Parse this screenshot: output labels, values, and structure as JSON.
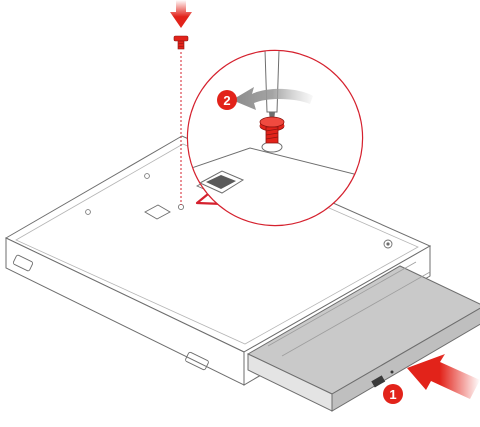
{
  "steps": [
    {
      "number": "1",
      "action": "push-drive-into-bay"
    },
    {
      "number": "2",
      "action": "tighten-screw"
    }
  ],
  "colors": {
    "accent": "#E2231A",
    "callout_border": "#D5212E",
    "device_outline": "#6E6E6E",
    "device_fill": "#FFFFFF",
    "drive_top": "#C9C9C9",
    "drive_front": "#E4E4E4",
    "screw": "#E2231A",
    "arrow_gray": "#8A8A8A"
  },
  "icons": {
    "screw": "screw-icon",
    "push_arrow": "push-arrow-icon",
    "rotate_arrow": "rotate-arrow-icon",
    "down_arrow": "down-arrow-icon"
  }
}
